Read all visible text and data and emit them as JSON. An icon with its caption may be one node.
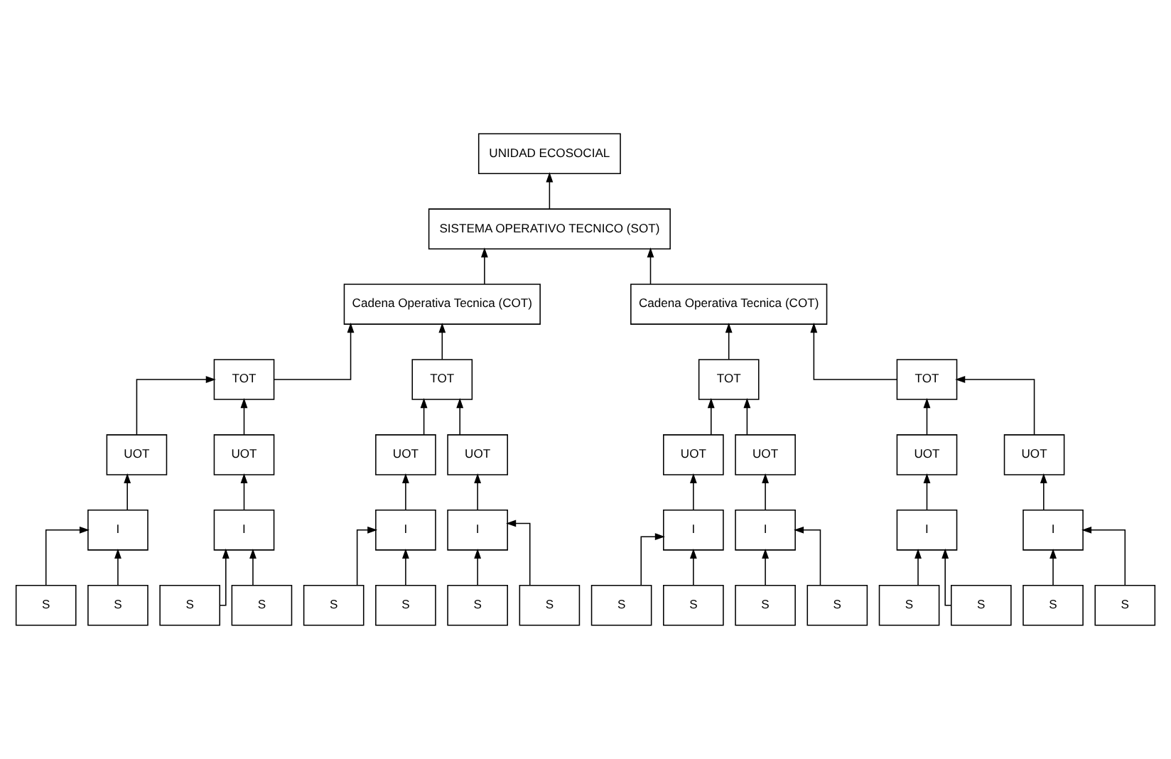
{
  "diagram": {
    "nodes": [
      {
        "text": [
          "UNIDAD ECOSOCIAL"
        ]
      },
      {
        "text": [
          "SISTEMA OPERATIVO TECNICO (SOT)"
        ]
      },
      {
        "text": [
          "Cadena Operativa Tecnica (COT)"
        ]
      },
      {
        "text": [
          "Cadena Operativa Tecnica (COT)"
        ]
      },
      {
        "text": [
          "TOT"
        ]
      },
      {
        "text": [
          "TOT"
        ]
      },
      {
        "text": [
          "TOT"
        ]
      },
      {
        "text": [
          "TOT"
        ]
      },
      {
        "text": [
          "UOT"
        ]
      },
      {
        "text": [
          "UOT"
        ]
      },
      {
        "text": [
          "UOT"
        ]
      },
      {
        "text": [
          "UOT"
        ]
      },
      {
        "text": [
          "UOT"
        ]
      },
      {
        "text": [
          "UOT"
        ]
      },
      {
        "text": [
          "UOT"
        ]
      },
      {
        "text": [
          "UOT"
        ]
      },
      {
        "text": [
          "I"
        ]
      },
      {
        "text": [
          "I"
        ]
      },
      {
        "text": [
          "I"
        ]
      },
      {
        "text": [
          "I"
        ]
      },
      {
        "text": [
          "I"
        ]
      },
      {
        "text": [
          "I"
        ]
      },
      {
        "text": [
          "I"
        ]
      },
      {
        "text": [
          "I"
        ]
      },
      {
        "text": [
          "S"
        ]
      },
      {
        "text": [
          "S"
        ]
      },
      {
        "text": [
          "S"
        ]
      },
      {
        "text": [
          "S"
        ]
      },
      {
        "text": [
          "S"
        ]
      },
      {
        "text": [
          "S"
        ]
      },
      {
        "text": [
          "S"
        ]
      },
      {
        "text": [
          "S"
        ]
      },
      {
        "text": [
          "S"
        ]
      },
      {
        "text": [
          "S"
        ]
      },
      {
        "text": [
          "S"
        ]
      },
      {
        "text": [
          "S"
        ]
      },
      {
        "text": [
          "S"
        ]
      },
      {
        "text": [
          "S"
        ]
      },
      {
        "text": [
          "S"
        ]
      },
      {
        "text": [
          "S"
        ]
      }
    ],
    "edges": [
      {
        "from": 1,
        "to": 0,
        "arrow": "to"
      },
      {
        "from": 2,
        "to": 1,
        "arrow": "to"
      },
      {
        "from": 3,
        "to": 1,
        "arrow": "to"
      },
      {
        "from": 4,
        "to": 2,
        "arrow": "to"
      },
      {
        "from": 5,
        "to": 2,
        "arrow": "to"
      },
      {
        "from": 6,
        "to": 3,
        "arrow": "to"
      },
      {
        "from": 7,
        "to": 3,
        "arrow": "to"
      },
      {
        "from": 8,
        "to": 4,
        "arrow": "to"
      },
      {
        "from": 9,
        "to": 4,
        "arrow": "to"
      },
      {
        "from": 10,
        "to": 5,
        "arrow": "to"
      },
      {
        "from": 11,
        "to": 5,
        "arrow": "to"
      },
      {
        "from": 12,
        "to": 6,
        "arrow": "to"
      },
      {
        "from": 13,
        "to": 6,
        "arrow": "to"
      },
      {
        "from": 14,
        "to": 7,
        "arrow": "to"
      },
      {
        "from": 15,
        "to": 7,
        "arrow": "to"
      },
      {
        "from": 16,
        "to": 8,
        "arrow": "to"
      },
      {
        "from": 17,
        "to": 9,
        "arrow": "to"
      },
      {
        "from": 18,
        "to": 10,
        "arrow": "to"
      },
      {
        "from": 19,
        "to": 11,
        "arrow": "to"
      },
      {
        "from": 20,
        "to": 12,
        "arrow": "to"
      },
      {
        "from": 21,
        "to": 13,
        "arrow": "to"
      },
      {
        "from": 22,
        "to": 14,
        "arrow": "to"
      },
      {
        "from": 23,
        "to": 15,
        "arrow": "to"
      },
      {
        "from": 24,
        "to": 16,
        "arrow": "to"
      },
      {
        "from": 25,
        "to": 16,
        "arrow": "to"
      },
      {
        "from": 26,
        "to": 17,
        "arrow": "to"
      },
      {
        "from": 27,
        "to": 17,
        "arrow": "to"
      },
      {
        "from": 28,
        "to": 18,
        "arrow": "to"
      },
      {
        "from": 29,
        "to": 18,
        "arrow": "to"
      },
      {
        "from": 30,
        "to": 19,
        "arrow": "to"
      },
      {
        "from": 31,
        "to": 19,
        "arrow": "to"
      },
      {
        "from": 32,
        "to": 20,
        "arrow": "to"
      },
      {
        "from": 33,
        "to": 20,
        "arrow": "to"
      },
      {
        "from": 34,
        "to": 21,
        "arrow": "to"
      },
      {
        "from": 35,
        "to": 21,
        "arrow": "to"
      },
      {
        "from": 36,
        "to": 22,
        "arrow": "to"
      },
      {
        "from": 37,
        "to": 22,
        "arrow": "to"
      },
      {
        "from": 38,
        "to": 23,
        "arrow": "to"
      },
      {
        "from": 39,
        "to": 23,
        "arrow": "to"
      }
    ]
  }
}
